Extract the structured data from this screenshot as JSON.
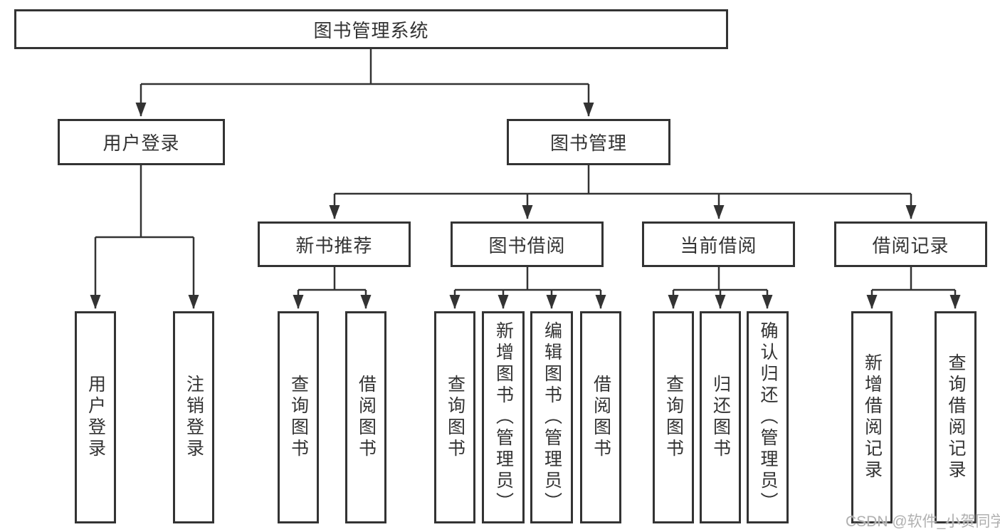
{
  "colors": {
    "line": "#333333",
    "text": "#333333",
    "background": "#ffffff",
    "watermark": "#b0b0b0"
  },
  "watermark": "CSDN @软件_小贺同学",
  "diagram": {
    "type": "hierarchy-tree",
    "root": {
      "label": "图书管理系统"
    },
    "branches": [
      {
        "label": "用户登录",
        "children": [
          {
            "label": "用户登录"
          },
          {
            "label": "注销登录"
          }
        ]
      },
      {
        "label": "图书管理",
        "children": [
          {
            "label": "新书推荐",
            "children": [
              {
                "label": "查询图书"
              },
              {
                "label": "借阅图书"
              }
            ]
          },
          {
            "label": "图书借阅",
            "children": [
              {
                "label": "查询图书"
              },
              {
                "label": "新增图书（管理员）"
              },
              {
                "label": "编辑图书（管理员）"
              },
              {
                "label": "借阅图书"
              }
            ]
          },
          {
            "label": "当前借阅",
            "children": [
              {
                "label": "查询图书"
              },
              {
                "label": "归还图书"
              },
              {
                "label": "确认归还（管理员）"
              }
            ]
          },
          {
            "label": "借阅记录",
            "children": [
              {
                "label": "新增借阅记录"
              },
              {
                "label": "查询借阅记录"
              }
            ]
          }
        ]
      }
    ]
  }
}
